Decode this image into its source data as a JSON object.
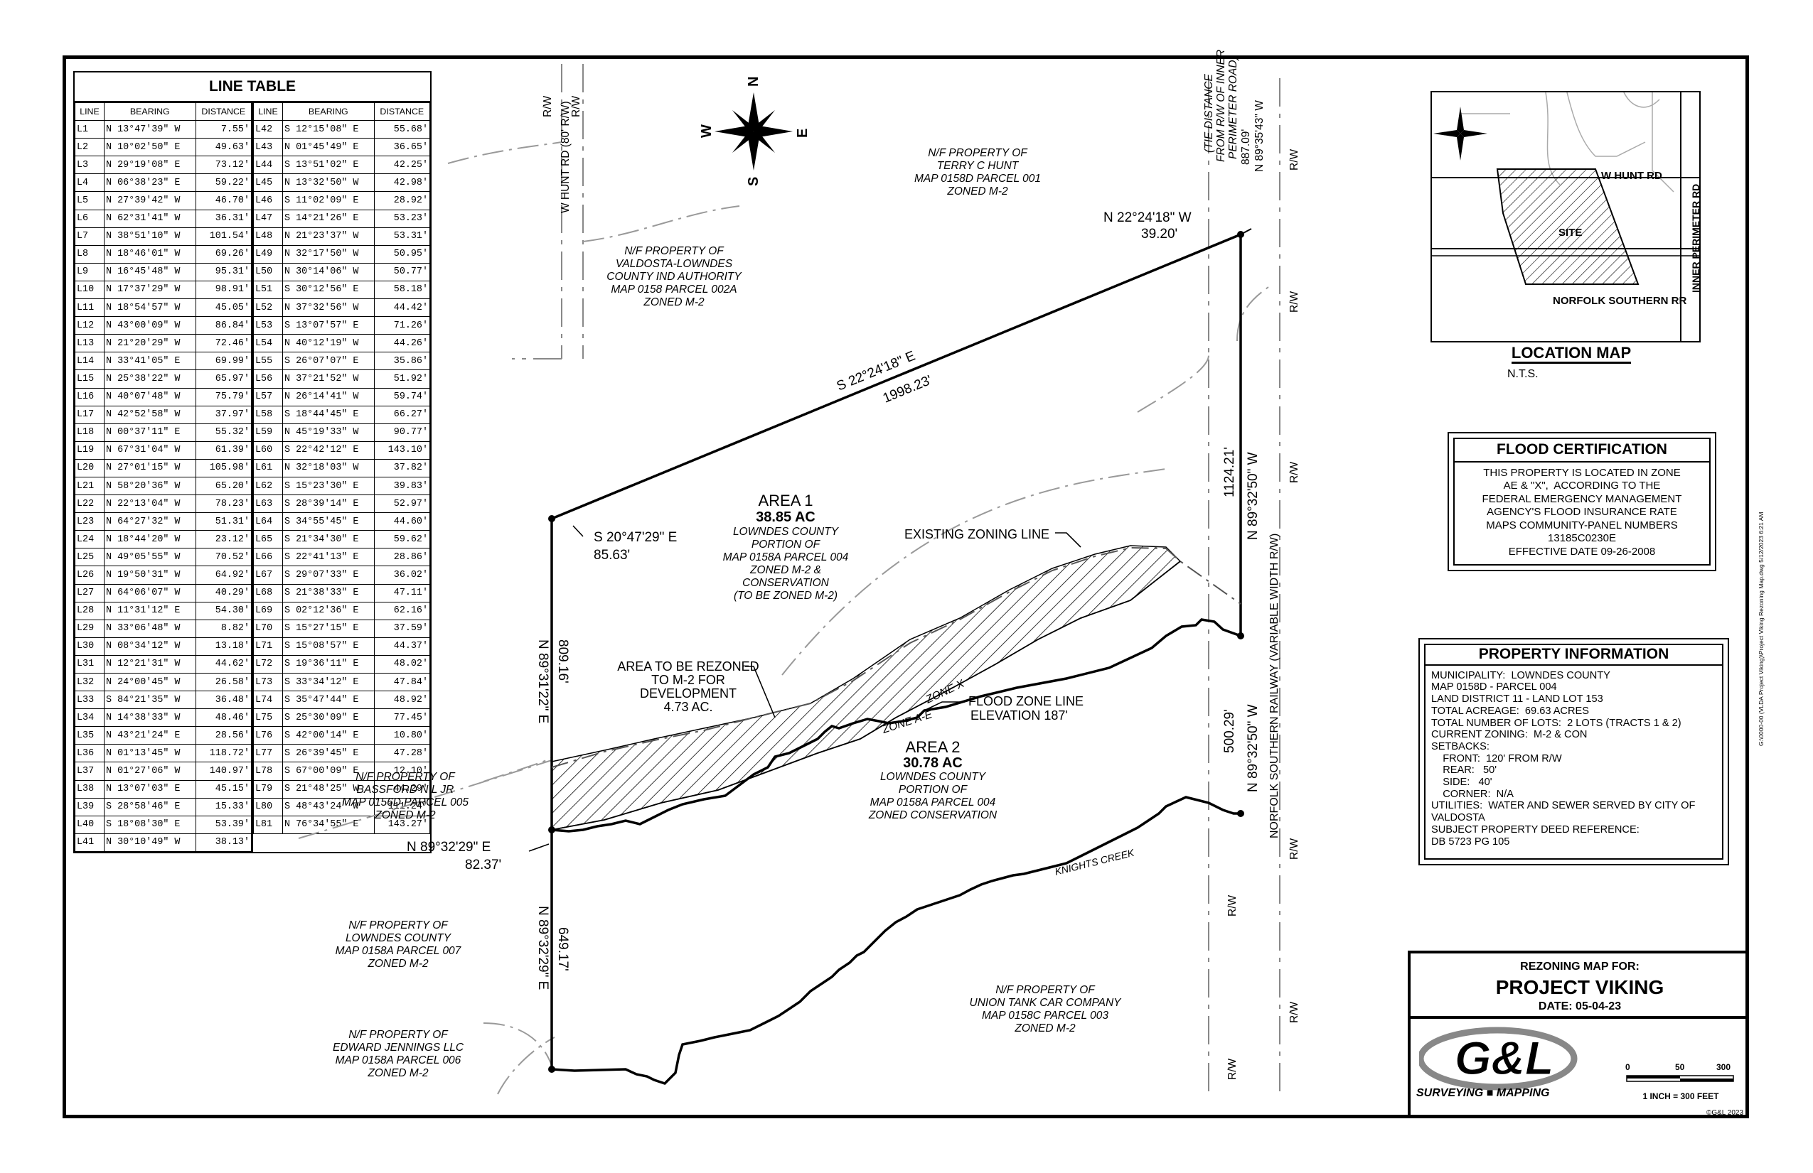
{
  "line_table": {
    "title": "LINE TABLE",
    "headers": [
      "LINE",
      "BEARING",
      "DISTANCE"
    ],
    "left": [
      [
        "L1",
        "N 13°47'39\" W",
        "7.55'"
      ],
      [
        "L2",
        "N 10°02'50\" E",
        "49.63'"
      ],
      [
        "L3",
        "N 29°19'08\" E",
        "73.12'"
      ],
      [
        "L4",
        "N 06°38'23\" E",
        "59.22'"
      ],
      [
        "L5",
        "N 27°39'42\" W",
        "46.70'"
      ],
      [
        "L6",
        "N 62°31'41\" W",
        "36.31'"
      ],
      [
        "L7",
        "N 38°51'10\" W",
        "101.54'"
      ],
      [
        "L8",
        "N 18°46'01\" W",
        "69.26'"
      ],
      [
        "L9",
        "N 16°45'48\" W",
        "95.31'"
      ],
      [
        "L10",
        "N 17°37'29\" W",
        "98.91'"
      ],
      [
        "L11",
        "N 18°54'57\" W",
        "45.05'"
      ],
      [
        "L12",
        "N 43°00'09\" W",
        "86.84'"
      ],
      [
        "L13",
        "N 21°20'29\" W",
        "72.46'"
      ],
      [
        "L14",
        "N 33°41'05\" E",
        "69.99'"
      ],
      [
        "L15",
        "N 25°38'22\" W",
        "65.97'"
      ],
      [
        "L16",
        "N 40°07'48\" W",
        "75.79'"
      ],
      [
        "L17",
        "N 42°52'58\" W",
        "37.97'"
      ],
      [
        "L18",
        "N 00°37'11\" E",
        "55.32'"
      ],
      [
        "L19",
        "N 67°31'04\" W",
        "61.39'"
      ],
      [
        "L20",
        "N 27°01'15\" W",
        "105.98'"
      ],
      [
        "L21",
        "N 58°20'36\" W",
        "65.20'"
      ],
      [
        "L22",
        "N 22°13'04\" W",
        "78.23'"
      ],
      [
        "L23",
        "N 64°27'32\" W",
        "51.31'"
      ],
      [
        "L24",
        "N 18°44'20\" W",
        "23.12'"
      ],
      [
        "L25",
        "N 49°05'55\" W",
        "70.52'"
      ],
      [
        "L26",
        "N 19°50'31\" W",
        "64.92'"
      ],
      [
        "L27",
        "N 64°06'07\" W",
        "40.29'"
      ],
      [
        "L28",
        "N 11°31'12\" E",
        "54.30'"
      ],
      [
        "L29",
        "N 33°06'48\" W",
        "8.82'"
      ],
      [
        "L30",
        "N 08°34'12\" W",
        "13.18'"
      ],
      [
        "L31",
        "N 12°21'31\" W",
        "44.62'"
      ],
      [
        "L32",
        "N 24°00'45\" W",
        "26.58'"
      ],
      [
        "L33",
        "S 84°21'35\" W",
        "36.48'"
      ],
      [
        "L34",
        "N 14°38'33\" W",
        "48.46'"
      ],
      [
        "L35",
        "N 43°21'24\" E",
        "28.56'"
      ],
      [
        "L36",
        "N 01°13'45\" W",
        "118.72'"
      ],
      [
        "L37",
        "N 01°27'06\" W",
        "140.97'"
      ],
      [
        "L38",
        "N 13°07'03\" E",
        "45.15'"
      ],
      [
        "L39",
        "S 28°58'46\" E",
        "15.33'"
      ],
      [
        "L40",
        "S 18°08'30\" E",
        "53.39'"
      ],
      [
        "L41",
        "N 30°10'49\" W",
        "38.13'"
      ]
    ],
    "right": [
      [
        "L42",
        "S 12°15'08\" E",
        "55.68'"
      ],
      [
        "L43",
        "N 01°45'49\" E",
        "36.65'"
      ],
      [
        "L44",
        "S 13°51'02\" E",
        "42.25'"
      ],
      [
        "L45",
        "N 13°32'50\" W",
        "42.98'"
      ],
      [
        "L46",
        "S 11°02'09\" E",
        "28.92'"
      ],
      [
        "L47",
        "S 14°21'26\" E",
        "53.23'"
      ],
      [
        "L48",
        "N 21°23'37\" W",
        "53.31'"
      ],
      [
        "L49",
        "N 32°17'50\" W",
        "50.95'"
      ],
      [
        "L50",
        "N 30°14'06\" W",
        "50.77'"
      ],
      [
        "L51",
        "S 30°12'56\" E",
        "58.18'"
      ],
      [
        "L52",
        "N 37°32'56\" W",
        "44.42'"
      ],
      [
        "L53",
        "S 13°07'57\" E",
        "71.26'"
      ],
      [
        "L54",
        "N 40°12'19\" W",
        "44.26'"
      ],
      [
        "L55",
        "S 26°07'07\" E",
        "35.86'"
      ],
      [
        "L56",
        "N 37°21'52\" W",
        "51.92'"
      ],
      [
        "L57",
        "N 26°14'41\" W",
        "59.74'"
      ],
      [
        "L58",
        "S 18°44'45\" E",
        "66.27'"
      ],
      [
        "L59",
        "N 45°19'33\" W",
        "90.77'"
      ],
      [
        "L60",
        "S 22°42'12\" E",
        "143.10'"
      ],
      [
        "L61",
        "N 32°18'03\" W",
        "37.82'"
      ],
      [
        "L62",
        "S 15°23'30\" E",
        "39.83'"
      ],
      [
        "L63",
        "S 28°39'14\" E",
        "52.97'"
      ],
      [
        "L64",
        "S 34°55'45\" E",
        "44.60'"
      ],
      [
        "L65",
        "S 21°34'30\" E",
        "59.62'"
      ],
      [
        "L66",
        "S 22°41'13\" E",
        "28.86'"
      ],
      [
        "L67",
        "S 29°07'33\" E",
        "36.02'"
      ],
      [
        "L68",
        "S 21°38'33\" E",
        "47.11'"
      ],
      [
        "L69",
        "S 02°12'36\" E",
        "62.16'"
      ],
      [
        "L70",
        "S 15°27'15\" E",
        "37.59'"
      ],
      [
        "L71",
        "S 15°08'57\" E",
        "44.37'"
      ],
      [
        "L72",
        "S 19°36'11\" E",
        "48.02'"
      ],
      [
        "L73",
        "S 33°34'12\" E",
        "47.84'"
      ],
      [
        "L74",
        "S 35°47'44\" E",
        "48.92'"
      ],
      [
        "L75",
        "S 25°30'09\" E",
        "77.45'"
      ],
      [
        "L76",
        "S 42°00'14\" E",
        "10.80'"
      ],
      [
        "L77",
        "S 26°39'45\" E",
        "47.28'"
      ],
      [
        "L78",
        "S 67°00'09\" E",
        "12.10'"
      ],
      [
        "L79",
        "S 21°48'25\" W",
        "44.29'"
      ],
      [
        "L80",
        "S 48°43'24\" W",
        "111.24'"
      ],
      [
        "L81",
        "N 76°34'55\" E",
        "143.27'"
      ]
    ]
  },
  "compass": {
    "n": "N",
    "s": "S",
    "e": "E",
    "w": "W"
  },
  "plan": {
    "hunt_rd": "W HUNT RD (80' R/W)",
    "rw": "R/W",
    "tie_note": [
      "(TIE DISTANCE",
      "FROM R/W OF INNER",
      "PERIMETER ROAD)"
    ],
    "tie_dist": "887.09'",
    "tie_bearing": "N 89°35'43\" W",
    "nf_hunt": [
      "N/F PROPERTY OF",
      "TERRY C HUNT",
      "MAP 0158D PARCEL 001",
      "ZONED M-2"
    ],
    "nf_valdosta": [
      "N/F PROPERTY OF",
      "VALDOSTA-LOWNDES",
      "COUNTY IND AUTHORITY",
      "MAP 0158 PARCEL 002A",
      "ZONED M-2"
    ],
    "nf_bassford": [
      "N/F PROPERTY OF",
      "BASSFORD N L JR",
      "MAP 0156D PARCEL 005",
      "ZONED M-2"
    ],
    "nf_lowndes": [
      "N/F PROPERTY OF",
      "LOWNDES COUNTY",
      "MAP 0158A PARCEL 007",
      "ZONED M-2"
    ],
    "nf_jennings": [
      "N/F PROPERTY OF",
      "EDWARD JENNINGS LLC",
      "MAP 0158A PARCEL 006",
      "ZONED M-2"
    ],
    "nf_union": [
      "N/F PROPERTY OF",
      "UNION TANK CAR COMPANY",
      "MAP 0158C PARCEL 003",
      "ZONED M-2"
    ],
    "ne_bearing": "N 22°24'18\" W",
    "ne_dist": "39.20'",
    "north_bearing": "S 22°24'18\" E",
    "north_dist": "1998.23'",
    "nw_bearing": "S 20°47'29\" E",
    "nw_dist": "85.63'",
    "west1_bearing": "N 89°31'22\" E",
    "west1_dist": "809.16'",
    "west2_bearing": "N 89°32'29\" E",
    "west2_dist": "649.17'",
    "mid_bearing": "N 89°32'29\" E",
    "mid_dist": "82.37'",
    "east1_bearing": "N 89°32'50\" W",
    "east1_dist": "1124.21'",
    "east2_bearing": "N 89°32'50\" W",
    "east2_dist": "500.29'",
    "railway": "NORFOLK SOUTHERN RAILWAY (VARIABLE WIDTH R/W)",
    "area1": [
      "AREA 1",
      "38.85 AC",
      "LOWNDES COUNTY",
      "PORTION OF",
      "MAP 0158A PARCEL 004",
      "ZONED M-2 &",
      "CONSERVATION",
      "(TO BE ZONED M-2)"
    ],
    "area2": [
      "AREA 2",
      "30.78 AC",
      "LOWNDES COUNTY",
      "PORTION OF",
      "MAP 0158A PARCEL 004",
      "ZONED CONSERVATION"
    ],
    "existing_zoning": "EXISTING ZONING LINE",
    "rezone_note": [
      "AREA TO BE REZONED",
      "TO M-2 FOR",
      "DEVELOPMENT",
      "4.73 AC."
    ],
    "flood_line": [
      "FLOOD ZONE LINE",
      "ELEVATION 187'"
    ],
    "zone_x": "ZONE X",
    "zone_ae": "ZONE A-E",
    "knights_creek": "KNIGHTS CREEK"
  },
  "location_map": {
    "title": "LOCATION MAP",
    "scale": "N.T.S.",
    "hunt_rd": "W HUNT RD",
    "site": "SITE",
    "railroad": "NORFOLK SOUTHERN RR",
    "inner": "INNER PERIMETER RD"
  },
  "flood": {
    "title": "FLOOD CERTIFICATION",
    "lines": [
      "THIS PROPERTY IS LOCATED IN ZONE",
      "AE & \"X\",  ACCORDING TO THE",
      "FEDERAL EMERGENCY MANAGEMENT",
      "AGENCY'S FLOOD INSURANCE RATE",
      "MAPS COMMUNITY-PANEL NUMBERS",
      "13185C0230E",
      "EFFECTIVE DATE 09-26-2008"
    ]
  },
  "property": {
    "title": "PROPERTY INFORMATION",
    "lines": [
      "MUNICIPALITY:  LOWNDES COUNTY",
      "MAP 0158D - PARCEL 004",
      "LAND DISTRICT 11 - LAND LOT 153",
      "TOTAL ACREAGE:  69.63 ACRES",
      "TOTAL NUMBER OF LOTS:  2 LOTS (TRACTS 1 & 2)",
      "CURRENT ZONING:  M-2 & CON",
      "SETBACKS:",
      "    FRONT:  120' FROM R/W",
      "    REAR:   50'",
      "    SIDE:   40'",
      "    CORNER:  N/A",
      "UTILITIES:  WATER AND SEWER SERVED BY CITY OF",
      "VALDOSTA",
      "SUBJECT PROPERTY DEED REFERENCE:",
      "DB 5723 PG 105"
    ]
  },
  "title_block": {
    "heading": "REZONING MAP FOR:",
    "project": "PROJECT VIKING",
    "date": "DATE: 05-04-23",
    "logo": "G&L",
    "tagline": "SURVEYING ■ MAPPING",
    "scale_labels": [
      "0",
      "50",
      "300"
    ],
    "scale_text": "1 INCH = 300 FEET",
    "copyright": "©G&L   2023"
  },
  "side_note": "G:\\0000-00 (VLDA Project Viking)\\Project Viking Rezoning Map.dwg 5/12/2023 6:21 AM"
}
